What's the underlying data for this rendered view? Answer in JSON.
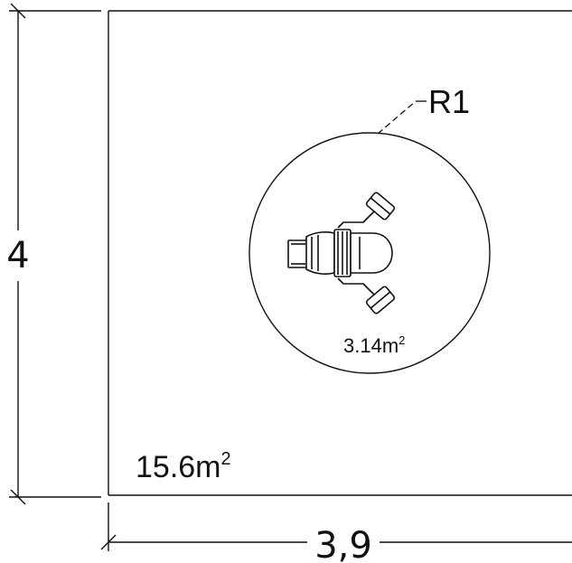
{
  "dimensions": {
    "height_label": "4",
    "width_label": "3,9"
  },
  "room": {
    "area_label": "15.6m",
    "area_superscript": "2"
  },
  "turning_circle": {
    "name": "R1",
    "area_label": "3.14m",
    "area_superscript": "2"
  },
  "colors": {
    "line": "#111111",
    "background": "#ffffff"
  },
  "icons": {
    "chair": "wheelchair-topview-icon"
  }
}
